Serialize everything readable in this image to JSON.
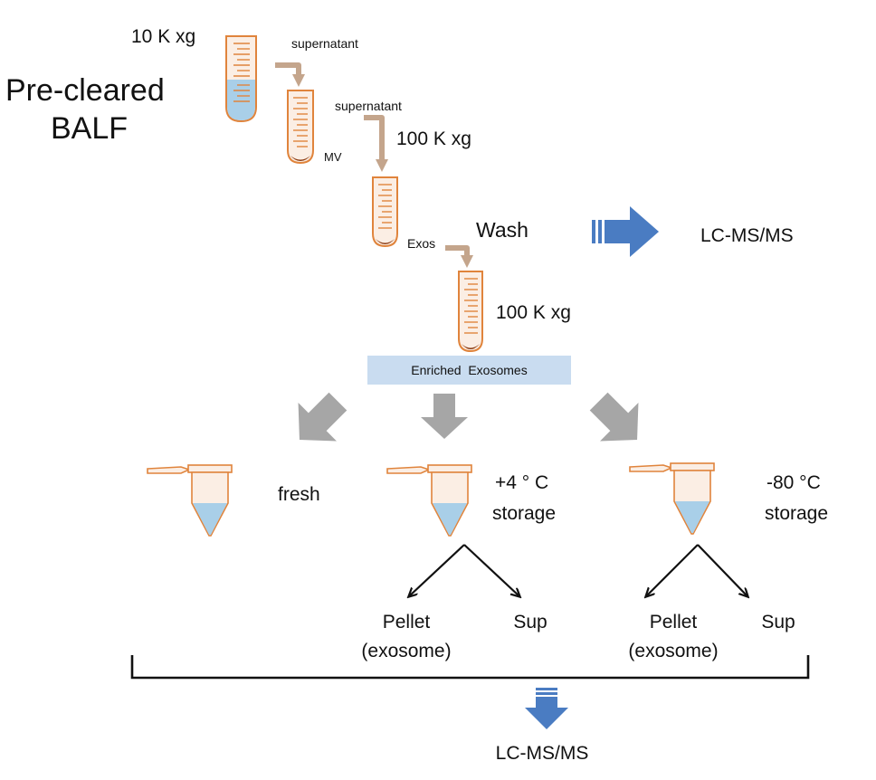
{
  "labels": {
    "source": [
      "Pre-cleared",
      "BALF"
    ],
    "spin1": "10 K xg",
    "supernatant1": "supernatant",
    "mv": "MV",
    "supernatant2": "supernatant",
    "spin2": "100 K xg",
    "exos": "Exos",
    "wash": "Wash",
    "lcms_top": "LC-MS/MS",
    "spin3": "100 K xg",
    "enriched": "Enriched  Exosomes",
    "fresh": "fresh",
    "plus4": [
      "+4 ° C",
      "storage"
    ],
    "minus80": [
      "-80 °C",
      "storage"
    ],
    "pellet_a": [
      "Pellet",
      "(exosome)"
    ],
    "sup_a": "Sup",
    "pellet_b": [
      "Pellet",
      "(exosome)"
    ],
    "sup_b": "Sup",
    "lcms_bottom": "LC-MS/MS"
  },
  "colors": {
    "tube_outline": "#e0843c",
    "tube_fill": "#fbeee4",
    "liquid": "#a9cfe8",
    "pellet": "#8b3a10",
    "curved_arrow": "#c4a58c",
    "blue_arrow": "#4a7cc2",
    "gray_arrow": "#a6a6a6",
    "enriched_box": "#c9dcf0"
  }
}
